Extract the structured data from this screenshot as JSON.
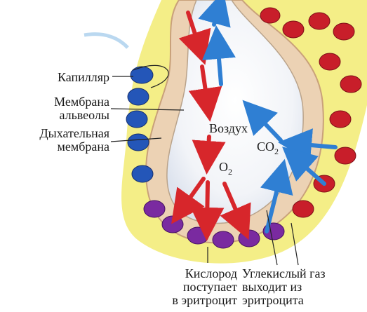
{
  "labels": {
    "capillary": "Капилляр",
    "membrane_alveoli_line1": "Мембрана",
    "membrane_alveoli_line2": "альвеолы",
    "respiratory_membrane_line1": "Дыхательная",
    "respiratory_membrane_line2": "мембрана",
    "air": "Воздух",
    "co2_main": "CO",
    "co2_sub": "2",
    "o2_main": "O",
    "o2_sub": "2",
    "oxygen_line1": "Кислород",
    "oxygen_line2": "поступает",
    "oxygen_line3": "в эритроцит",
    "co2_out_line1": "Углекислый газ",
    "co2_out_line2": "выходит из",
    "co2_out_line3": "эритроцита"
  },
  "colors": {
    "oxygen_arrow": "#d7262b",
    "co2_arrow": "#2f7fd3",
    "red_cell": "#c81e2a",
    "blue_cell": "#2456b8",
    "purple_cell": "#7a2aa0",
    "membrane": "#e9c7a2",
    "plasma": "#f3ec7a",
    "alveolus": "#f2f4f7"
  }
}
